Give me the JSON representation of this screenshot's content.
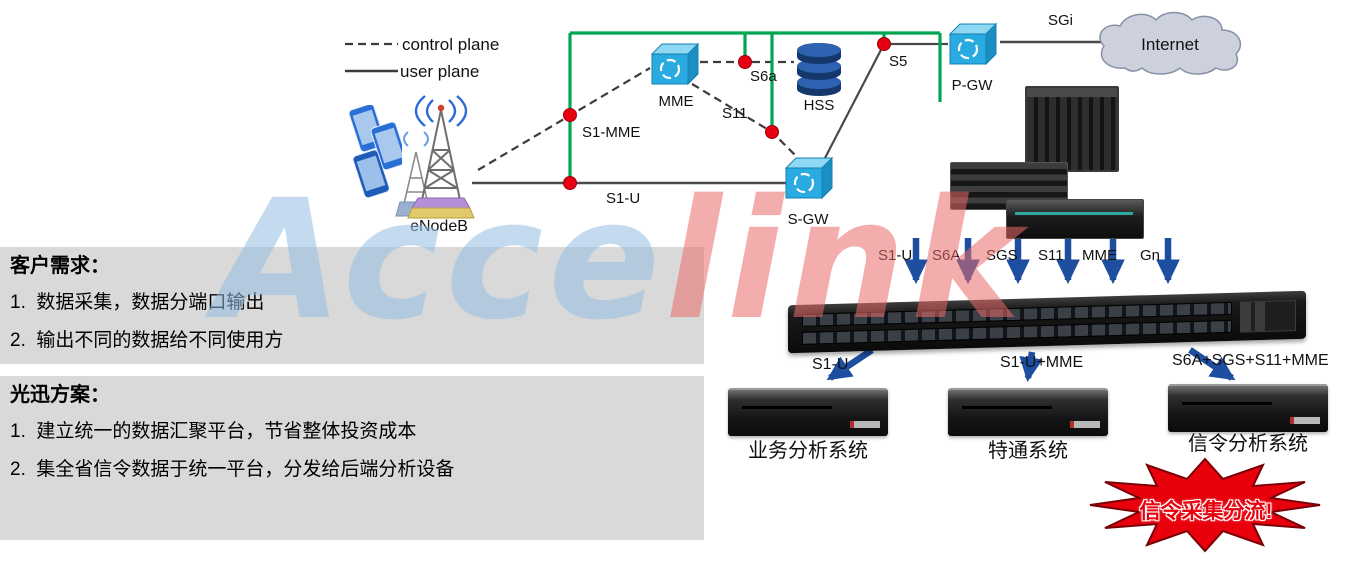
{
  "legend": {
    "control_plane_label": "control plane",
    "user_plane_label": "user plane"
  },
  "network": {
    "nodes": {
      "enodeb": "eNodeB",
      "mme": "MME",
      "hss": "HSS",
      "sgw": "S-GW",
      "pgw": "P-GW",
      "internet": "Internet"
    },
    "interfaces": {
      "s1_mme": "S1-MME",
      "s1_u": "S1-U",
      "s6a": "S6a",
      "s11": "S11",
      "s5": "S5",
      "sgi": "SGi"
    }
  },
  "collector": {
    "input_labels": [
      "S1-U",
      "S6A",
      "SGS",
      "S11",
      "MME",
      "Gn"
    ],
    "output_links": [
      {
        "label": "S1-U",
        "system": "业务分析系统"
      },
      {
        "label": "S1-U+MME",
        "system": "特通系统"
      },
      {
        "label": "S6A+SGS+S11+MME",
        "system": "信令分析系统"
      }
    ]
  },
  "burst": {
    "label": "信令采集分流!"
  },
  "panels": {
    "requirements": {
      "title": "客户需求：",
      "items": [
        "1.  数据采集，数据分端口输出",
        "2.  输出不同的数据给不同使用方"
      ]
    },
    "solution": {
      "title": "光迅方案：",
      "items": [
        "1.  建立统一的数据汇聚平台，节省整体投资成本",
        "2.  集全省信令数据于统一平台，分发给后端分析设备"
      ]
    }
  },
  "watermark": {
    "blue_part": "Acce",
    "red_part": "link"
  },
  "colors": {
    "tap_line_green": "#00a651",
    "tap_dot_red": "#e60012",
    "arrow_blue": "#1e4ea0",
    "panel_gray": "#d9d9d9",
    "burst_red": "#e8000d",
    "node_blue": "#29abe2"
  }
}
